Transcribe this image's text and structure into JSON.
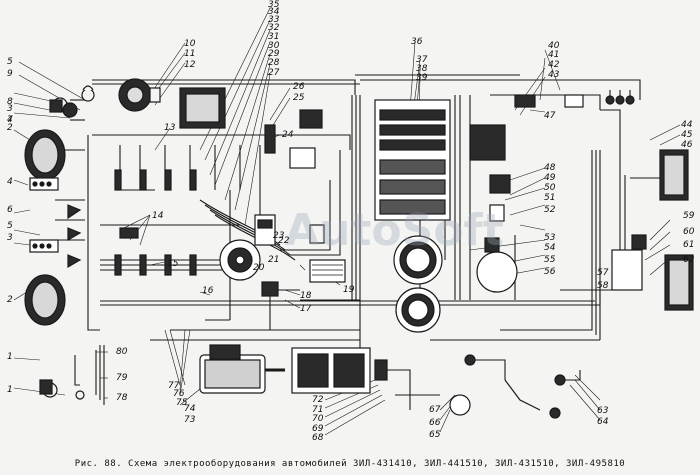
{
  "caption": "Рис. 88. Схема электрооборудования автомобилей ЗИЛ-431410, ЗИЛ-441510, ЗИЛ-431510, ЗИЛ-495810",
  "watermark": "AutoSoft",
  "colors": {
    "ink": "#1a1a1a",
    "paper": "#f4f4f2",
    "watermark": "#9aa8b8"
  },
  "callouts": [
    "1",
    "2",
    "3",
    "4",
    "5",
    "6",
    "7",
    "8",
    "9",
    "10",
    "11",
    "12",
    "13",
    "14",
    "15",
    "16",
    "17",
    "18",
    "19",
    "20",
    "21",
    "22",
    "23",
    "24",
    "25",
    "26",
    "27",
    "28",
    "29",
    "30",
    "31",
    "32",
    "33",
    "34",
    "35",
    "36",
    "37",
    "38",
    "39",
    "40",
    "41",
    "42",
    "43",
    "44",
    "45",
    "46",
    "47",
    "48",
    "49",
    "50",
    "51",
    "52",
    "53",
    "54",
    "55",
    "56",
    "57",
    "58",
    "59",
    "60",
    "61",
    "62",
    "63",
    "64",
    "65",
    "66",
    "67",
    "68",
    "69",
    "70",
    "71",
    "72",
    "73",
    "74",
    "75",
    "76",
    "77",
    "78",
    "79",
    "80"
  ]
}
